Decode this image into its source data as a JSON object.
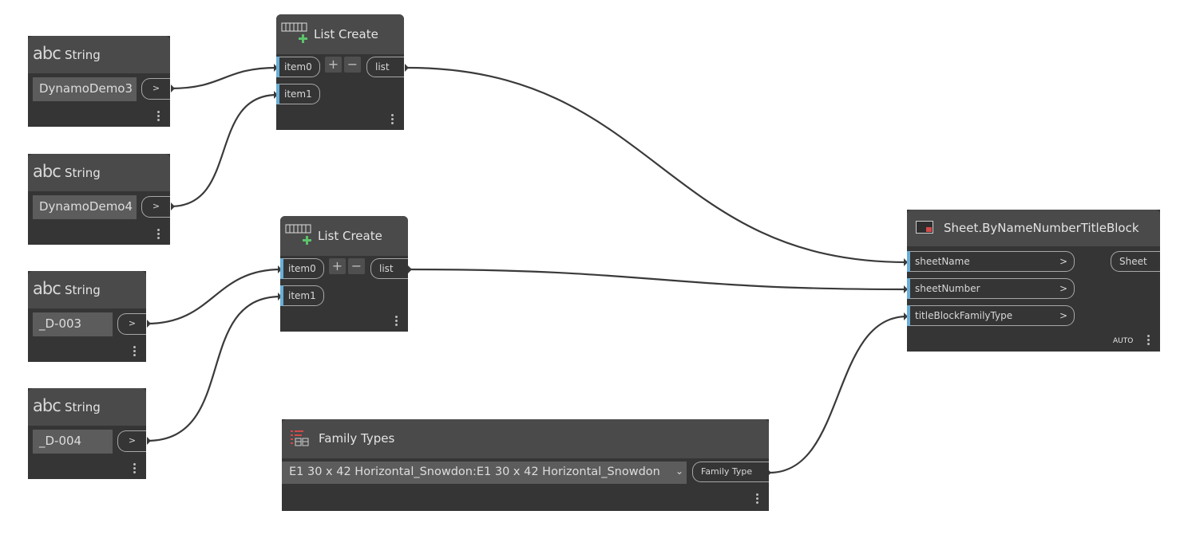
{
  "string_nodes": [
    {
      "type_icon": "abc",
      "title": "String",
      "value": "DynamoDemo3",
      "output_label": ">"
    },
    {
      "type_icon": "abc",
      "title": "String",
      "value": "DynamoDemo4",
      "output_label": ">"
    },
    {
      "type_icon": "abc",
      "title": "String",
      "value": "_D-003",
      "output_label": ">"
    },
    {
      "type_icon": "abc",
      "title": "String",
      "value": "_D-004",
      "output_label": ">"
    }
  ],
  "list_create_nodes": [
    {
      "title": "List Create",
      "inputs": [
        "item0",
        "item1"
      ],
      "add_label": "+",
      "remove_label": "−",
      "output": "list"
    },
    {
      "title": "List Create",
      "inputs": [
        "item0",
        "item1"
      ],
      "add_label": "+",
      "remove_label": "−",
      "output": "list"
    }
  ],
  "family_types_node": {
    "title": "Family Types",
    "selected": "E1 30 x 42 Horizontal_Snowdon:E1 30 x 42 Horizontal_Snowdon",
    "output": "Family Type"
  },
  "sheet_node": {
    "title": "Sheet.ByNameNumberTitleBlock",
    "inputs": [
      {
        "label": "sheetName",
        "chevron": ">"
      },
      {
        "label": "sheetNumber",
        "chevron": ">"
      },
      {
        "label": "titleBlockFamilyType",
        "chevron": ">"
      }
    ],
    "output": "Sheet",
    "lacing": "AUTO"
  },
  "colors": {
    "canvas": "#ffffff",
    "node_body": "#353535",
    "node_header": "#4a4a4a",
    "port_accent": "#6aaed6",
    "wire": "#3a3a3a"
  },
  "icons": {
    "list_create": "list-create-icon",
    "family_types": "family-types-icon",
    "sheet": "sheet-icon",
    "menu": "vertical-ellipsis-icon"
  }
}
